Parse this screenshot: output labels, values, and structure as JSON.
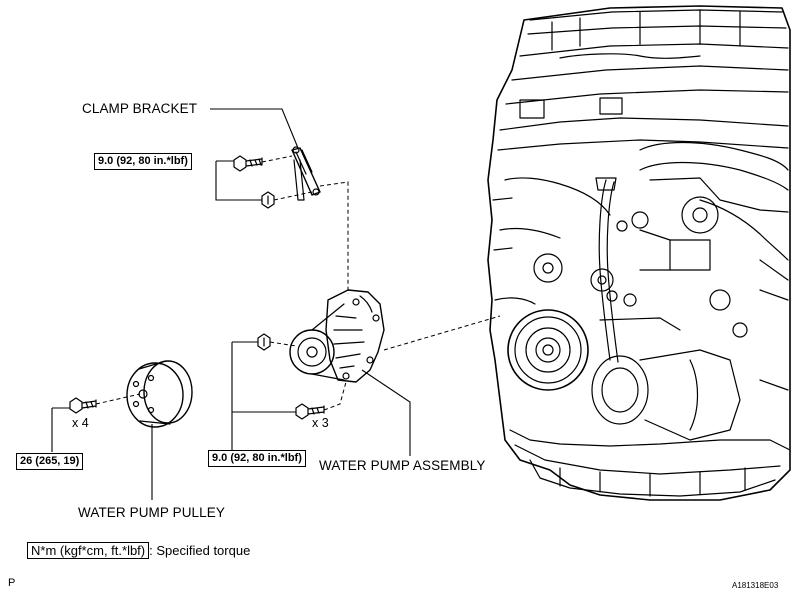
{
  "labels": {
    "clamp_bracket": "CLAMP BRACKET",
    "water_pump_assembly": "WATER PUMP ASSEMBLY",
    "water_pump_pulley": "WATER PUMP PULLEY"
  },
  "torques": {
    "clamp_bracket": "9.0 (92, 80 in.*lbf)",
    "pulley": "26 (265, 19)",
    "water_pump": "9.0 (92, 80 in.*lbf)"
  },
  "quantities": {
    "pulley_bolts": "x 4",
    "pump_bolts": "x 3"
  },
  "legend": {
    "unit": "N*m (kgf*cm, ft.*lbf)",
    "description": ": Specified torque"
  },
  "footer": {
    "left_code": "P",
    "figure_id": "A181318E03"
  },
  "colors": {
    "line": "#000000",
    "background": "#ffffff"
  }
}
